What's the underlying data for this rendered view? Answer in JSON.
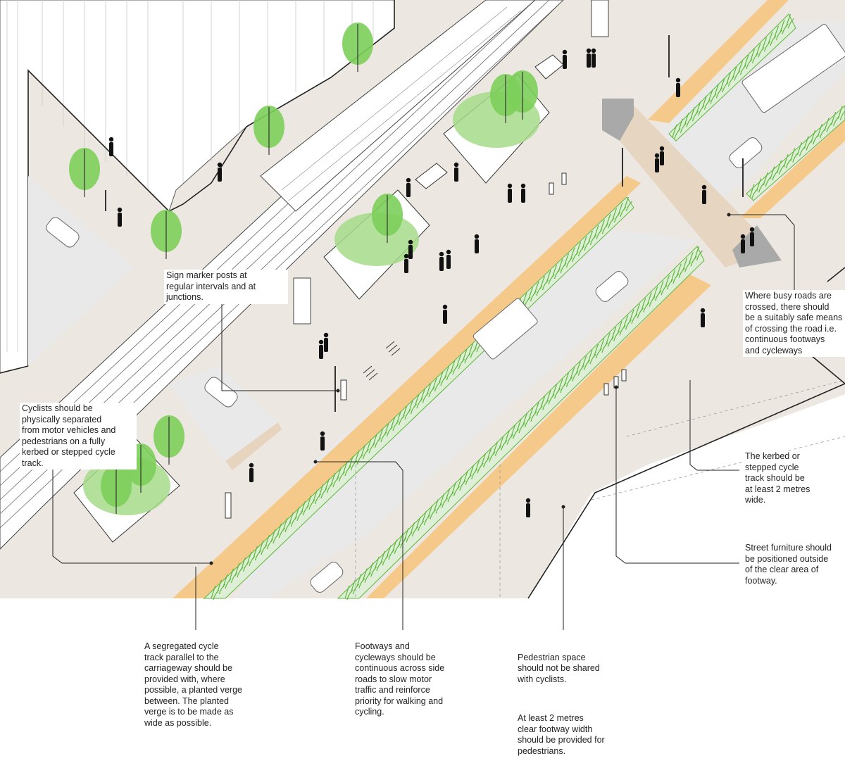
{
  "annotations": {
    "sign_posts": "Sign marker posts at\nregular intervals and at\njunctions.",
    "busy_roads": "Where busy roads are\ncrossed, there should\nbe a suitably safe means\nof crossing the road i.e.\ncontinuous footways\nand cycleways",
    "cyclists_separated": "Cyclists should be\nphysically separated\nfrom motor vehicles and\npedestrians on a fully\nkerbed or stepped cycle\ntrack.",
    "kerbed_track": "The kerbed or\nstepped cycle\ntrack should be\nat least 2 metres\nwide.",
    "street_furniture": "Street furniture should\nbe positioned outside\nof the clear area of\nfootway.",
    "segregated_track": "A segregated cycle\ntrack parallel to the\ncarriageway should be\nprovided with, where\npossible, a planted verge\nbetween.  The planted\nverge is to be made as\nwide as possible.",
    "continuous_footways": "Footways and\ncycleways should be\ncontinuous across side\nroads to slow motor\ntraffic and reinforce\npriority for walking and\ncycling.",
    "pedestrian_space": "Pedestrian space\nshould not be shared\nwith cyclists.",
    "footway_width": "At least 2 metres\nclear footway width\nshould be provided for\npedestrians."
  },
  "colors": {
    "background": "#ffffff",
    "pavement": "#ede7e1",
    "cycle_track": "#f5c98a",
    "carriageway": "#e9e9e9",
    "verge_green": "#5cb83c",
    "tree_green": "#7ccf5a",
    "crossing": "#e6d4bf",
    "building": "#ffffff",
    "line": "#222222",
    "people": "#111111"
  }
}
